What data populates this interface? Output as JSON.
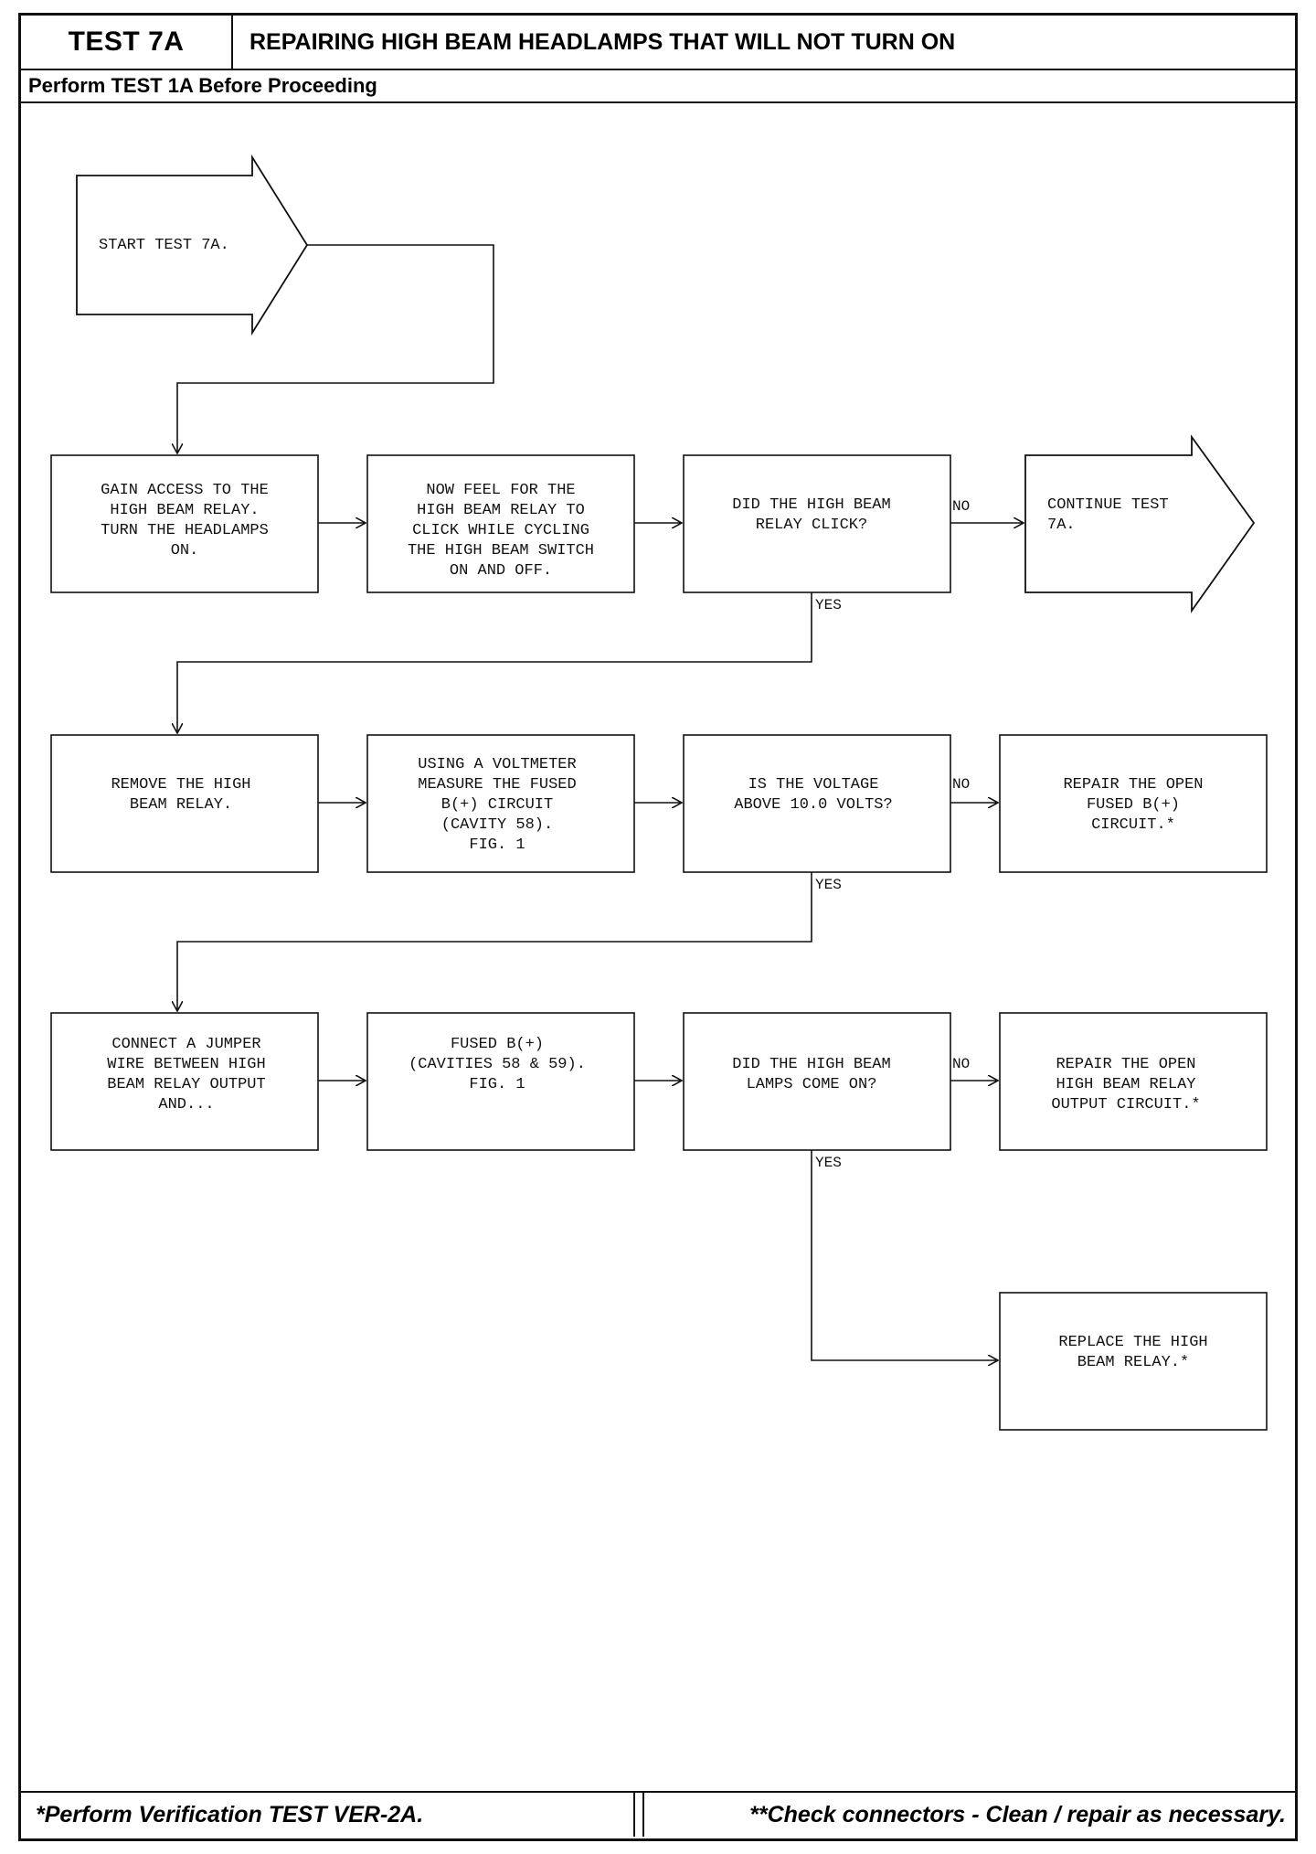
{
  "header": {
    "test_id": "TEST 7A",
    "title": "REPAIRING HIGH BEAM HEADLAMPS THAT WILL NOT TURN ON",
    "prerequisite": "Perform TEST 1A Before Proceeding"
  },
  "nodes": {
    "start": [
      "START TEST 7A."
    ],
    "gain_access": [
      "GAIN ACCESS TO THE",
      "HIGH BEAM RELAY.",
      "TURN THE HEADLAMPS",
      "ON."
    ],
    "feel_click": [
      "NOW FEEL FOR THE",
      "HIGH BEAM RELAY TO",
      "CLICK WHILE CYCLING",
      "THE HIGH BEAM SWITCH",
      "ON AND OFF."
    ],
    "relay_click_q": [
      "DID THE HIGH BEAM",
      "RELAY CLICK?"
    ],
    "continue": [
      "CONTINUE TEST",
      "7A."
    ],
    "remove_relay": [
      "REMOVE THE HIGH",
      "BEAM RELAY."
    ],
    "voltmeter": [
      "USING A VOLTMETER",
      "MEASURE THE FUSED",
      "B(+) CIRCUIT",
      "(CAVITY 58).",
      "FIG. 1"
    ],
    "voltage_q": [
      "IS THE VOLTAGE",
      "ABOVE 10.0 VOLTS?"
    ],
    "repair_fused": [
      "REPAIR THE OPEN",
      "FUSED B(+)",
      "CIRCUIT.*"
    ],
    "jumper": [
      "CONNECT A JUMPER",
      "WIRE BETWEEN HIGH",
      "BEAM RELAY OUTPUT",
      "AND..."
    ],
    "fused_cavities": [
      "FUSED B(+)",
      "(CAVITIES 58 & 59).",
      "",
      "FIG. 1"
    ],
    "lamps_q": [
      "DID THE HIGH BEAM",
      "LAMPS COME ON?"
    ],
    "repair_output": [
      "REPAIR THE OPEN",
      "HIGH BEAM RELAY",
      "OUTPUT CIRCUIT.*"
    ],
    "replace_relay": [
      "REPLACE THE HIGH",
      "BEAM RELAY.*"
    ]
  },
  "labels": {
    "yes": "YES",
    "no": "NO"
  },
  "footer": {
    "left": "*Perform Verification TEST VER-2A.",
    "right": "**Check connectors - Clean / repair as necessary."
  }
}
